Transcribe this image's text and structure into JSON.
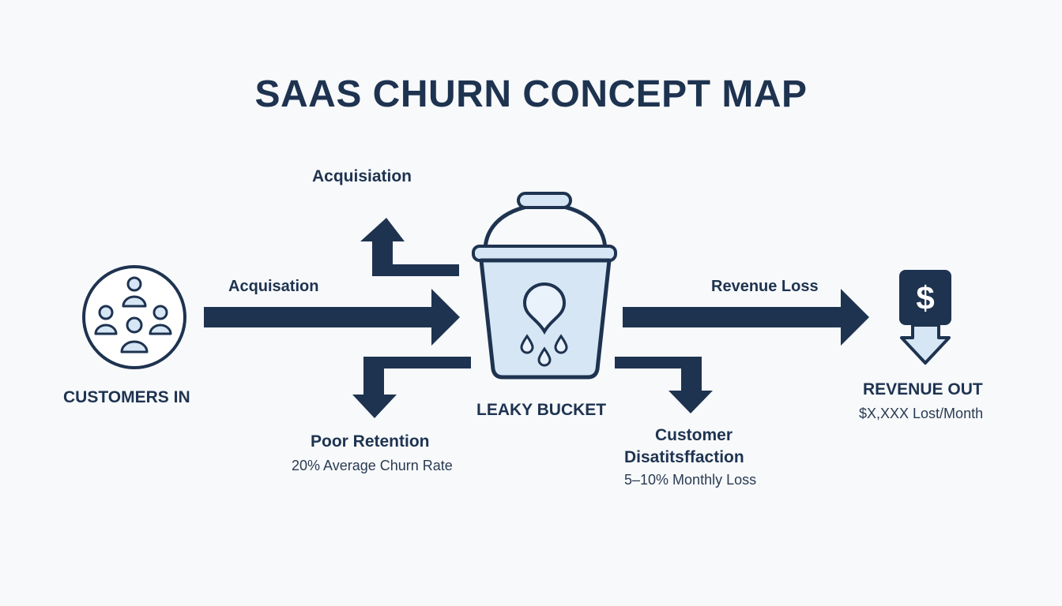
{
  "title": "SAAS CHURN CONCEPT MAP",
  "colors": {
    "navy": "#1e3350",
    "light_blue": "#d6e6f4",
    "background": "#f7f9fb"
  },
  "nodes": {
    "customers": {
      "label": "CUSTOMERS IN",
      "icon": "customers-group-icon"
    },
    "bucket": {
      "label": "LEAKY BUCKET",
      "icon": "leaky-bucket-icon"
    },
    "revenue": {
      "label": "REVENUE OUT",
      "sublabel": "$X,XXX Lost/Month",
      "icon": "dollar-down-icon",
      "symbol": "$"
    }
  },
  "edges": {
    "acquisition_up": {
      "label": "Acquisiation"
    },
    "acquisition_in": {
      "label": "Acquisation"
    },
    "revenue_loss": {
      "label": "Revenue Loss"
    },
    "poor_retention": {
      "label": "Poor Retention",
      "sublabel": "20% Average Churn Rate"
    },
    "dissatisfaction": {
      "label_line1": "Customer",
      "label_line2": "Disatitsffaction",
      "sublabel": "5–10% Monthly Loss"
    }
  }
}
